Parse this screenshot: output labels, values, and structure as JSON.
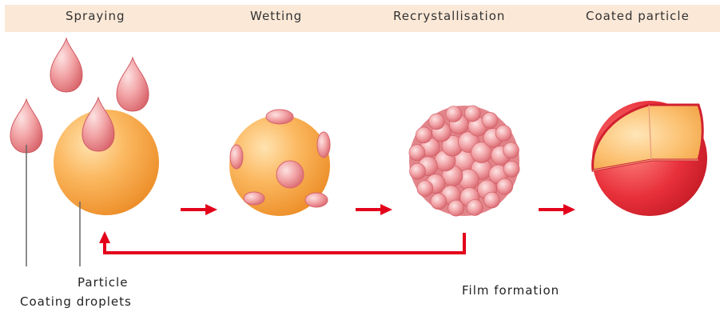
{
  "header": {
    "stages": [
      "Spraying",
      "Wetting",
      "Recrystallisation",
      "Coated particle"
    ]
  },
  "labels": {
    "particle": "Particle",
    "coating_droplets": "Coating droplets",
    "film_formation": "Film formation"
  },
  "colors": {
    "header_bg": "#fbe8d7",
    "arrow": "#e3001b",
    "particle_orange": "#f7a23c",
    "droplet_pink": "#e98a8f",
    "coating_red": "#d9202a"
  }
}
